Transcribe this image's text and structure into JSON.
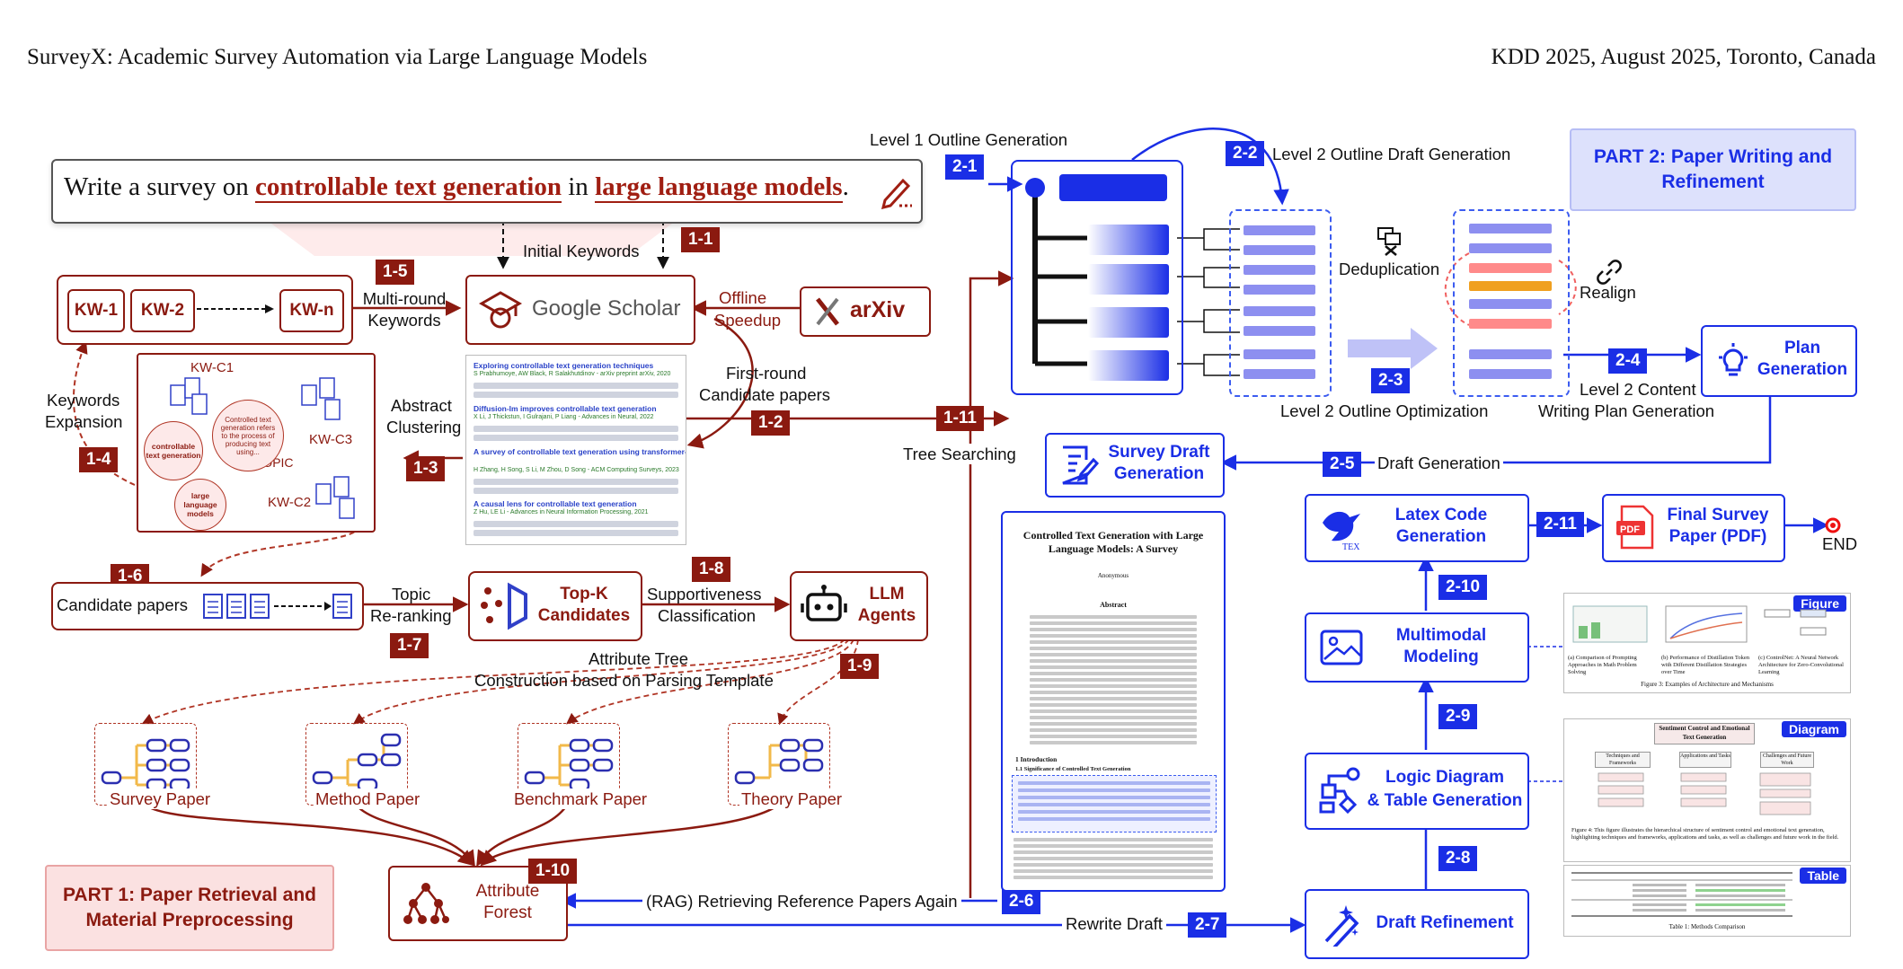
{
  "header": {
    "left_title": "SurveyX: Academic Survey Automation via Large Language Models",
    "right_title": "KDD 2025, August 2025, Toronto, Canada"
  },
  "prompt": {
    "prefix": "Write a survey on ",
    "topic1": "controllable text generation",
    "middle": " in ",
    "topic2": "large language models",
    "suffix": "."
  },
  "part1": {
    "title": "PART 1: Paper Retrieval and Material Preprocessing",
    "keywords": [
      "KW-1",
      "KW-2",
      "KW-n"
    ],
    "steps": [
      "1-1",
      "1-2",
      "1-3",
      "1-4",
      "1-5",
      "1-6",
      "1-7",
      "1-8",
      "1-9",
      "1-10",
      "1-11"
    ],
    "labels": {
      "initial_keywords": "Initial Keywords",
      "multi_round": "Multi-round",
      "keywords": "Keywords",
      "offline": "Offline",
      "speedup": "Speedup",
      "first_round": "First-round",
      "candidate_papers_top": "Candidate papers",
      "abstract": "Abstract",
      "clustering": "Clustering",
      "keywords_exp1": "Keywords",
      "keywords_exp2": "Expansion",
      "candidate_papers": "Candidate papers",
      "topic": "Topic",
      "reranking": "Re-ranking",
      "supportiveness": "Supportiveness",
      "classification": "Classification",
      "attr_tree1": "Attribute Tree",
      "attr_tree2": "Construction based on Parsing Template",
      "tree_searching": "Tree Searching",
      "rag": "(RAG)  Retrieving Reference Papers Again",
      "rewrite": "Rewrite Draft"
    },
    "google_scholar": "Google Scholar",
    "arxiv": "arXiv",
    "topk1": "Top-K",
    "topk2": "Candidates",
    "llm1": "LLM",
    "llm2": "Agents",
    "attr_forest1": "Attribute",
    "attr_forest2": "Forest",
    "paper_types": [
      "Survey Paper",
      "Method Paper",
      "Benchmark Paper",
      "Theory Paper"
    ],
    "clusters": {
      "c1": "KW-C1",
      "c2": "KW-C2",
      "c3": "KW-C3",
      "topic": "TOPIC",
      "bubble1": "controllable text generation",
      "bubble2": "large language models",
      "bubble3": "Controlled text generation refers to the process of producing text using..."
    },
    "search_results": [
      {
        "title": "Exploring controllable text generation techniques",
        "meta": "S Prabhumoye, AW Black, R Salakhutdinov - arXiv preprint arXiv, 2020"
      },
      {
        "title": "Diffusion-lm improves controllable text generation",
        "meta": "X Li, J Thickstun, I Gulrajani, P Liang - Advances in Neural, 2022"
      },
      {
        "title": "A survey of controllable text generation using transformer-based pre-trained language models",
        "meta": "H Zhang, H Song, S Li, M Zhou, D Song - ACM Computing Surveys, 2023"
      },
      {
        "title": "A causal lens for controllable text generation",
        "meta": "Z Hu, LE Li - Advances in Neural Information Processing, 2021"
      }
    ]
  },
  "part2": {
    "title": "PART 2: Paper Writing and Refinement",
    "steps": [
      "2-1",
      "2-2",
      "2-3",
      "2-4",
      "2-5",
      "2-6",
      "2-7",
      "2-8",
      "2-9",
      "2-10",
      "2-11"
    ],
    "labels": {
      "l1_outline": "Level 1 Outline Generation",
      "l2_draft": "Level 2 Outline Draft Generation",
      "dedup": "Deduplication",
      "realign": "Realign",
      "l2_opt": "Level 2 Outline Optimization",
      "l2_content1": "Level 2 Content",
      "l2_content2": "Writing Plan Generation",
      "draft_gen": "Draft Generation",
      "end": "END"
    },
    "plan1": "Plan",
    "plan2": "Generation",
    "survey_draft1": "Survey Draft",
    "survey_draft2": "Generation",
    "latex1": "Latex Code",
    "latex2": "Generation",
    "final1": "Final Survey",
    "final2": "Paper (PDF)",
    "multimodal1": "Multimodal",
    "multimodal2": "Modeling",
    "logic1": "Logic Diagram",
    "logic2": "& Table Generation",
    "refine": "Draft Refinement",
    "pdf_label": "PDF",
    "tex_label": "TEX"
  },
  "draft_paper": {
    "title": "Controlled Text Generation with Large Language Models: A Survey",
    "author": "Anonymous",
    "abstract_head": "Abstract",
    "section": "1   Introduction",
    "subsection": "1.1   Significance of Controlled Text Generation"
  },
  "thumbs": {
    "figure_tag": "Figure",
    "figure_caption": "Figure 3: Examples of Architecture and Mechanisms",
    "fig_sub": [
      "(a) Comparison of Prompting Approaches in Math Problem Solving",
      "(b) Performance of Distillation Token with Different Distillation Strategies over Time",
      "(c) ControlNet: A Neural Network Architecture for Zero-Convolutional Learning"
    ],
    "diagram_tag": "Diagram",
    "diagram_title": "Sentiment Control and Emotional Text Generation",
    "diagram_cols": [
      "Techniques and Frameworks",
      "Applications and Tasks",
      "Challenges and Future Work"
    ],
    "diagram_caption": "Figure 4: This figure illustrates the hierarchical structure of sentiment control and emotional text generation, highlighting techniques and frameworks, applications and tasks, as well as challenges and future work in the field.",
    "table_tag": "Table",
    "table_caption": "Table 1: Methods Comparison"
  },
  "colors": {
    "part1_red": "#8b1a10",
    "part2_blue": "#1a2ee6",
    "outline_bar": "#8d8ff0",
    "realign_orange": "#f0a020",
    "realign_red": "#ff8080"
  },
  "icons": [
    "pencil-icon",
    "google-scholar-cap-icon",
    "arxiv-x-icon",
    "topk-icon",
    "robot-icon",
    "attribute-forest-icon",
    "document-icon",
    "dedup-icon",
    "link-icon",
    "lightbulb-icon",
    "survey-draft-icon",
    "tex-bird-icon",
    "pdf-icon",
    "image-icon",
    "logic-diagram-icon",
    "magic-pen-icon"
  ]
}
